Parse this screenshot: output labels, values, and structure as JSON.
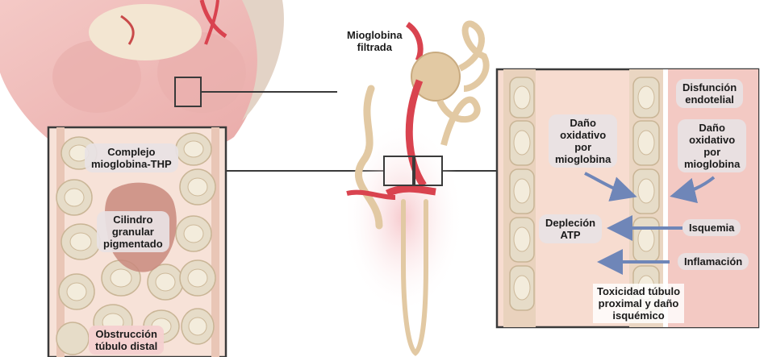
{
  "labels": {
    "mioglobina_filtrada": "Mioglobina\nfiltrada",
    "complejo": "Complejo\nmioglobina-THP",
    "cilindro": "Cilindro\ngranular\npigmentado",
    "obstruccion": "Obstrucción\ntúbulo distal",
    "dano_izq": "Daño\noxidativo\npor\nmioglobina",
    "disfuncion": "Disfunción\nendotelial",
    "dano_der": "Daño\noxidativo\npor\nmioglobina",
    "deplecion": "Depleción\nATP",
    "isquemia": "Isquemia",
    "inflamacion": "Inflamación",
    "toxicidad": "Toxicidad túbulo\nproximal y daño\nisquémico"
  },
  "colors": {
    "panel_border": "#3a3a3a",
    "cell_fill": "#e6dcc8",
    "nucleus_fill": "#f3ecdc",
    "tubule_bg": "#f7dcd0",
    "vessel_red": "#d9434f",
    "tubule_beige": "#e2c9a3",
    "arrow_blue": "#6f86b8",
    "pill_gray": "#e8e2e4",
    "pill_pink": "#f4d0d0"
  }
}
